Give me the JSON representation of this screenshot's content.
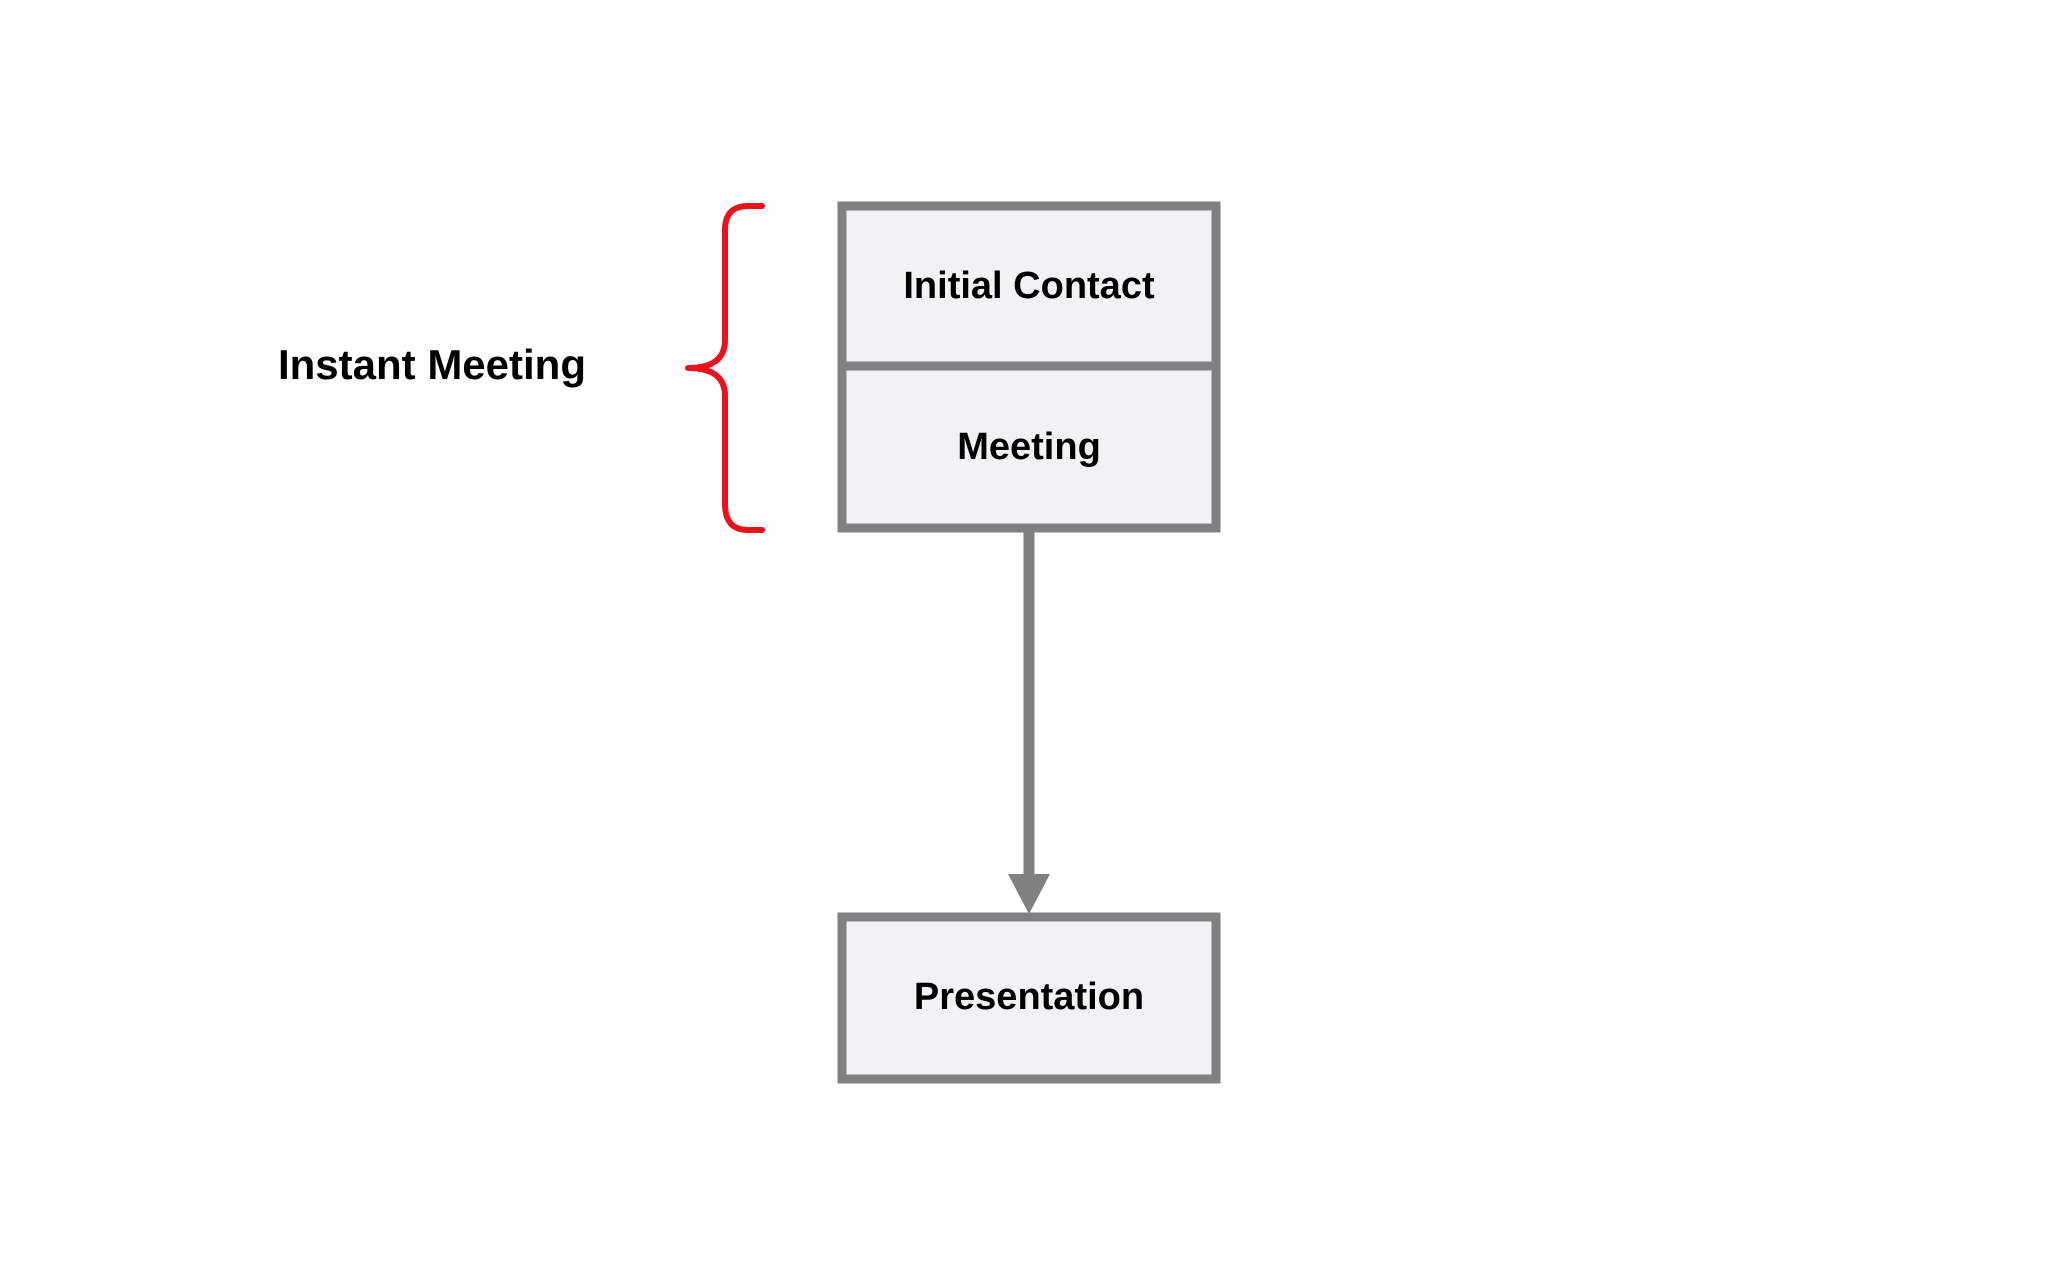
{
  "diagram": {
    "colors": {
      "box_fill": "#f2f2f4",
      "box_stroke": "#808080",
      "connector": "#808080",
      "bracket": "#e8131b",
      "text": "#000000",
      "background": "#ffffff"
    },
    "nodes": {
      "initial_contact": "Initial Contact",
      "meeting": "Meeting",
      "presentation": "Presentation"
    },
    "group": {
      "label": "Instant Meeting",
      "members": [
        "initial_contact",
        "meeting"
      ],
      "indicator": "curly-brace"
    },
    "edges": [
      {
        "from": "meeting",
        "to": "presentation",
        "arrow": "arrow-down"
      }
    ]
  }
}
